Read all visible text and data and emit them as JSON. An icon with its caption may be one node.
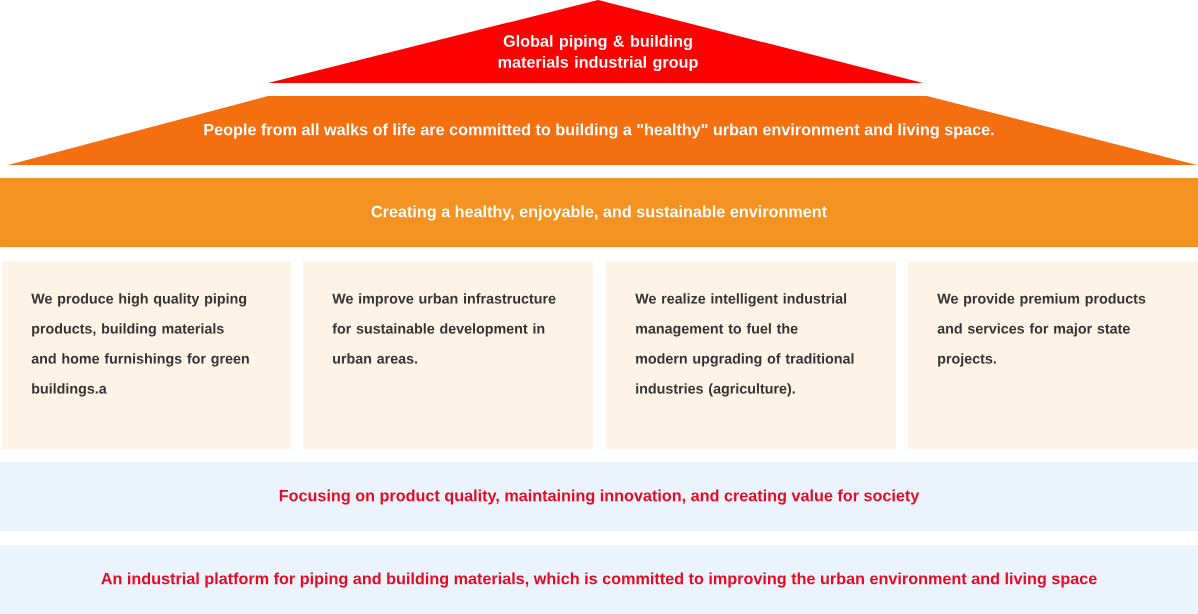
{
  "diagram": {
    "nodes": [
      {
        "text": [
          "Global piping & building materials industrial group"
        ]
      },
      {
        "text": [
          "People from all walks of life are committed to building a \"healthy\" urban environment and living space."
        ]
      },
      {
        "text": [
          "Creating a healthy, enjoyable, and sustainable environment"
        ]
      },
      {
        "text": [
          "We produce high quality piping products, building materials and home furnishings for green buildings.a"
        ]
      },
      {
        "text": [
          "We improve urban infrastructure for sustainable development in urban areas."
        ]
      },
      {
        "text": [
          "We realize intelligent industrial management to fuel the modern upgrading of traditional industries (agriculture)."
        ]
      },
      {
        "text": [
          "We provide premium products and services for major state projects."
        ]
      },
      {
        "text": [
          "Focusing on product quality, maintaining innovation, and creating value for society"
        ]
      },
      {
        "text": [
          "An industrial platform for piping and building materials, which is committed to improving the urban environment and living space"
        ]
      }
    ]
  }
}
